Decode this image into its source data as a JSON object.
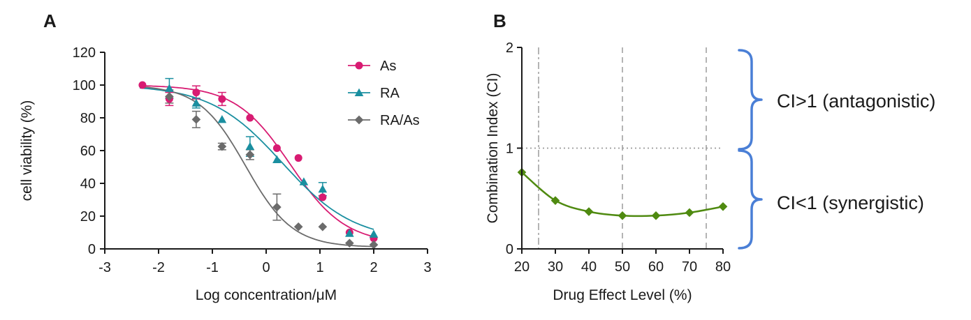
{
  "panel_a_label": "A",
  "panel_b_label": "B",
  "chart_data": [
    {
      "type": "scatter",
      "xlabel": "Log concentration/μM",
      "ylabel": "cell viability (%)",
      "xlim": [
        -3,
        3
      ],
      "ylim": [
        0,
        120
      ],
      "xticks": [
        -3,
        -2,
        -1,
        0,
        1,
        2,
        3
      ],
      "yticks": [
        0,
        20,
        40,
        60,
        80,
        100,
        120
      ],
      "grid": false,
      "legend": "top-right",
      "series": [
        {
          "name": "As",
          "color": "#d81b72",
          "marker": "circle",
          "x": [
            -2.3,
            -1.8,
            -1.3,
            -0.82,
            -0.3,
            0.2,
            0.6,
            1.05,
            1.55,
            2.0
          ],
          "y": [
            100,
            91.5,
            95.5,
            91.5,
            80,
            61.5,
            55.5,
            31.5,
            10,
            6.5
          ],
          "err": [
            0,
            4,
            4,
            4,
            0,
            0,
            0,
            0,
            0,
            0
          ],
          "fit": {
            "top": 100,
            "bottom": 3,
            "logec50": 0.45,
            "hill": 0.85
          }
        },
        {
          "name": "RA",
          "color": "#1a8fa0",
          "marker": "triangle",
          "x": [
            -1.8,
            -1.3,
            -0.82,
            -0.3,
            0.2,
            0.7,
            1.05,
            1.55,
            2.0
          ],
          "y": [
            98,
            89,
            79,
            62.5,
            54.5,
            41,
            36.5,
            9.5,
            9
          ],
          "err": [
            6,
            3,
            0,
            6,
            0,
            0,
            4,
            0,
            0
          ],
          "fit": {
            "top": 100,
            "bottom": 5,
            "logec50": 0.3,
            "hill": 0.65
          }
        },
        {
          "name": "RA/As",
          "color": "#6b6b6b",
          "marker": "diamond",
          "x": [
            -1.8,
            -1.3,
            -0.82,
            -0.3,
            0.2,
            0.6,
            1.05,
            1.55,
            2.0
          ],
          "y": [
            93,
            79,
            62.5,
            57.5,
            25.5,
            13.5,
            13.5,
            3.5,
            2.5
          ],
          "err": [
            4,
            5,
            2,
            3,
            8,
            0,
            0,
            0,
            0
          ],
          "fit": {
            "top": 100,
            "bottom": 1,
            "logec50": -0.38,
            "hill": 1.0
          }
        }
      ]
    },
    {
      "type": "line",
      "xlabel": "Drug Effect Level (%)",
      "ylabel": "Combination Index (CI)",
      "xlim": [
        20,
        80
      ],
      "ylim": [
        0,
        2
      ],
      "xticks": [
        20,
        30,
        40,
        50,
        60,
        70,
        80
      ],
      "yticks": [
        0,
        1,
        2
      ],
      "grid": false,
      "reference_lines": {
        "vertical": [
          25,
          50,
          75
        ],
        "horizontal": [
          1
        ]
      },
      "series": [
        {
          "color": "#4f8a10",
          "marker": "diamond",
          "x": [
            20,
            30,
            40,
            50,
            60,
            70,
            80
          ],
          "y": [
            0.76,
            0.48,
            0.37,
            0.33,
            0.33,
            0.36,
            0.42
          ]
        }
      ]
    }
  ],
  "annotations": {
    "upper": "CI>1 (antagonistic)",
    "lower": "CI<1 (synergistic)",
    "bracket_color": "#4a7fd6"
  }
}
